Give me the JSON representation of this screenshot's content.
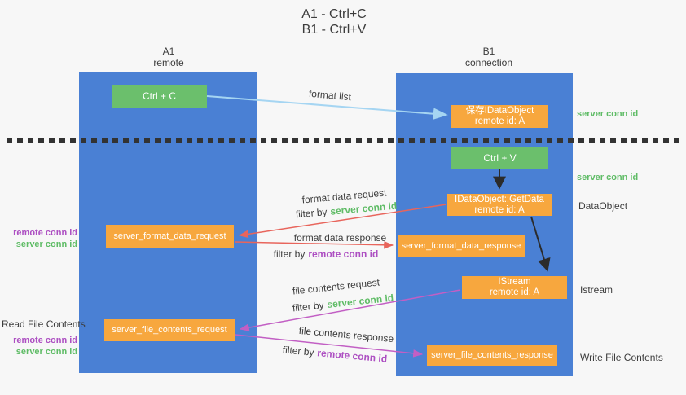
{
  "title": {
    "line1": "A1 - Ctrl+C",
    "line2": "B1 - Ctrl+V"
  },
  "columns": {
    "left": {
      "header_line1": "A1",
      "header_line2": "remote"
    },
    "right": {
      "header_line1": "B1",
      "header_line2": "connection"
    }
  },
  "boxes": {
    "ctrl_c": {
      "label": "Ctrl + C"
    },
    "save_idataobject": {
      "line1": "保存IDataObject",
      "line2": "remote id: A"
    },
    "ctrl_v": {
      "label": "Ctrl + V"
    },
    "getdata": {
      "line1": "IDataObject::GetData",
      "line2": "remote id: A"
    },
    "server_format_data_request": {
      "label": "server_format_data_request"
    },
    "server_format_data_response": {
      "label": "server_format_data_response"
    },
    "istream": {
      "line1": "IStream",
      "line2": "remote id: A"
    },
    "server_file_contents_request": {
      "label": "server_file_contents_request"
    },
    "server_file_contents_response": {
      "label": "server_file_contents_response"
    }
  },
  "flows": {
    "format_list": {
      "label": "format list"
    },
    "format_data_request": {
      "label": "format data request",
      "filter_prefix": "filter by",
      "filter_key": "server conn id"
    },
    "format_data_response": {
      "label": "format data response",
      "filter_prefix": "filter by",
      "filter_key": "remote conn id"
    },
    "file_contents_request": {
      "label": "file contents request",
      "filter_prefix": "filter by",
      "filter_key": "server conn id"
    },
    "file_contents_response": {
      "label": "file contents response",
      "filter_prefix": "filter by",
      "filter_key": "remote conn id"
    }
  },
  "side_labels": {
    "right": {
      "server_conn_id_top": "server conn id",
      "server_conn_id_mid": "server conn id",
      "dataobject": "DataObject",
      "istream": "Istream",
      "write_file_contents": "Write File Contents"
    },
    "left": {
      "pair1_remote": "remote conn id",
      "pair1_server": "server conn id",
      "read_file_contents": "Read File Contents",
      "pair2_remote": "remote conn id",
      "pair2_server": "server conn id"
    }
  },
  "colors": {
    "background": "#f7f7f7",
    "column_blue": "#4a80d4",
    "box_green": "#6bbf6c",
    "box_orange": "#f7a73e",
    "arrow_light_blue": "#a5d5f2",
    "arrow_black": "#2b2b2b",
    "arrow_red": "#e8655c",
    "arrow_magenta": "#c25fc4",
    "text_green": "#5fbc66",
    "text_purple": "#ad4fc2",
    "text_dark": "#3d3d3d",
    "dotted_line": "#333333"
  }
}
